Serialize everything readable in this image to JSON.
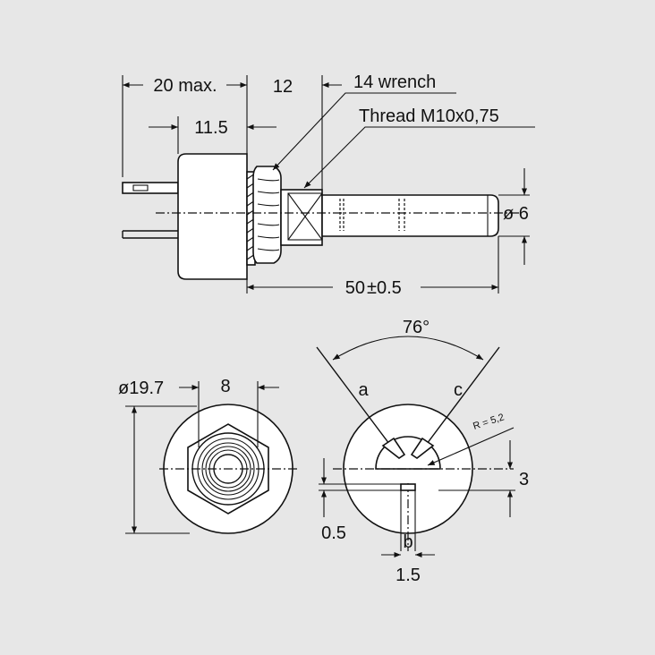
{
  "dimensions": {
    "overall_max": "20 max.",
    "bushing_length": "12",
    "body_depth": "11.5",
    "wrench": "14 wrench",
    "thread": "Thread M10x0,75",
    "shaft_diameter": "ø 6",
    "shaft_length_main": "50",
    "shaft_length_tol": "±0.5",
    "body_diameter": "ø19.7",
    "hex_flat": "8",
    "rotation_angle": "76°",
    "terminal_a": "a",
    "terminal_b": "b",
    "terminal_c": "c",
    "radius": "R = 5,2",
    "slot_height": "3",
    "slot_gap": "0.5",
    "slot_width": "1.5"
  }
}
